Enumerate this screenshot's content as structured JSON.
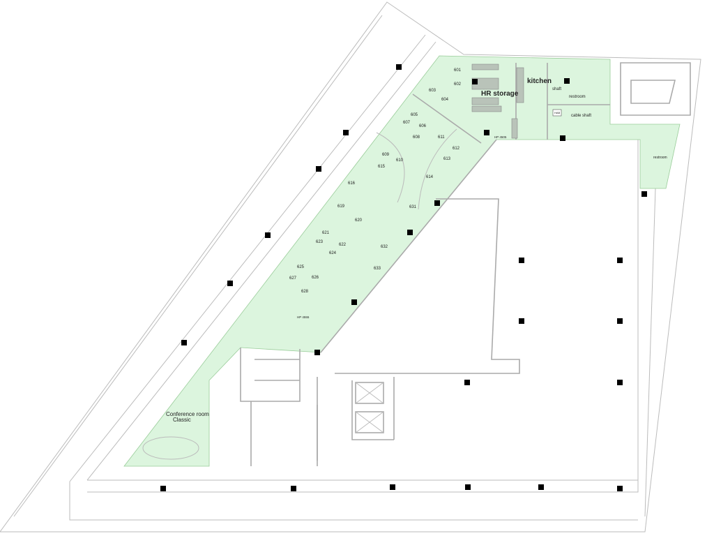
{
  "plan": {
    "zone_color": "#dcf5de",
    "labels": {
      "kitchen": "kitchen",
      "hr_storage": "HR storage",
      "shaft": "shaft",
      "restroom_top": "restroom",
      "cable_shaft": "cable shaft",
      "hab": "HAB",
      "printer_top": "HP 4505",
      "printer_left": "HP 4555",
      "restroom_right": "restroom",
      "conference_line1": "Conference room",
      "conference_line2": "Classic"
    },
    "rooms": [
      "601",
      "602",
      "603",
      "604",
      "605",
      "606",
      "607",
      "608",
      "609",
      "610",
      "611",
      "612",
      "613",
      "614",
      "615",
      "616",
      "619",
      "620",
      "621",
      "622",
      "623",
      "624",
      "625",
      "626",
      "627",
      "628",
      "631",
      "632",
      "633"
    ]
  }
}
